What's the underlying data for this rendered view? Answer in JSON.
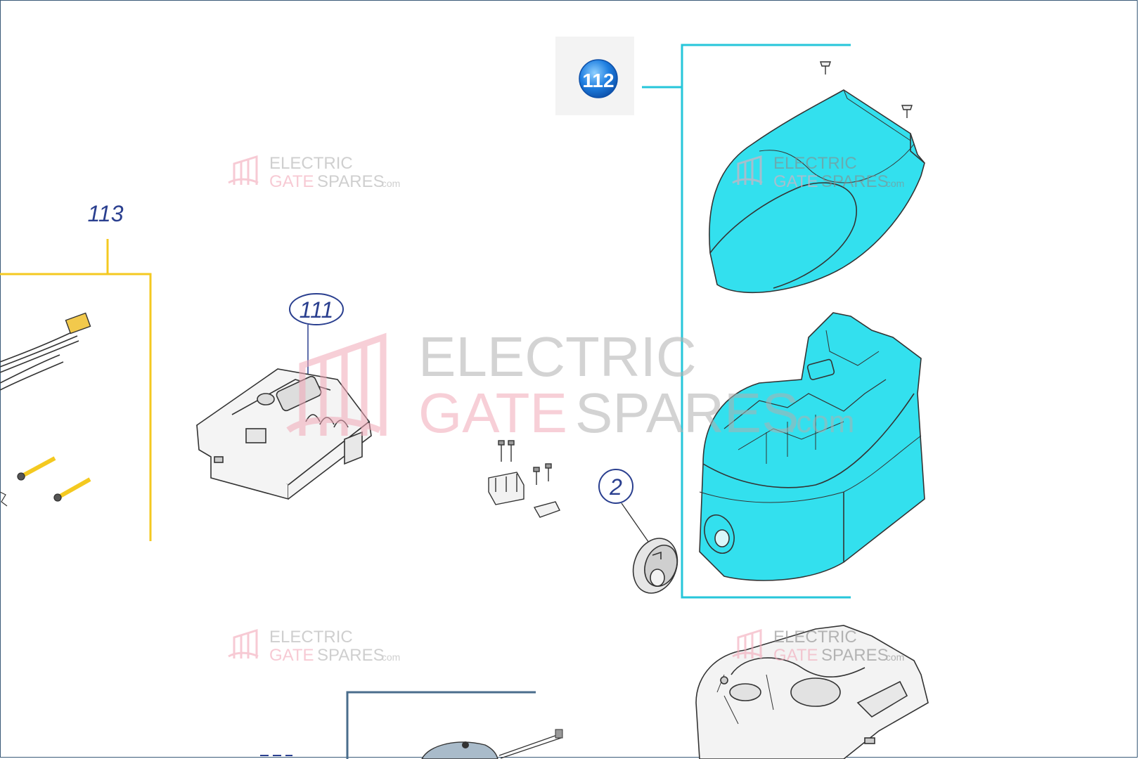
{
  "diagram": {
    "callouts": {
      "c111": "111",
      "c112": "112",
      "c113": "113",
      "c2": "2"
    },
    "watermark": {
      "line1": "ELECTRIC",
      "line2_a": "GATE",
      "line2_b": "SPARES",
      "suffix": ".com"
    }
  },
  "colors": {
    "cover_fill": "#33e0ee",
    "bracket_cyan": "#26c6da",
    "bracket_yellow": "#f4c920",
    "bracket_steel": "#4a6d8c",
    "callout_blue": "#2a3f8f",
    "badge_blue": "#1565c0",
    "wm_grey": "#b0b0b0",
    "wm_pink": "#f2a8b8"
  }
}
